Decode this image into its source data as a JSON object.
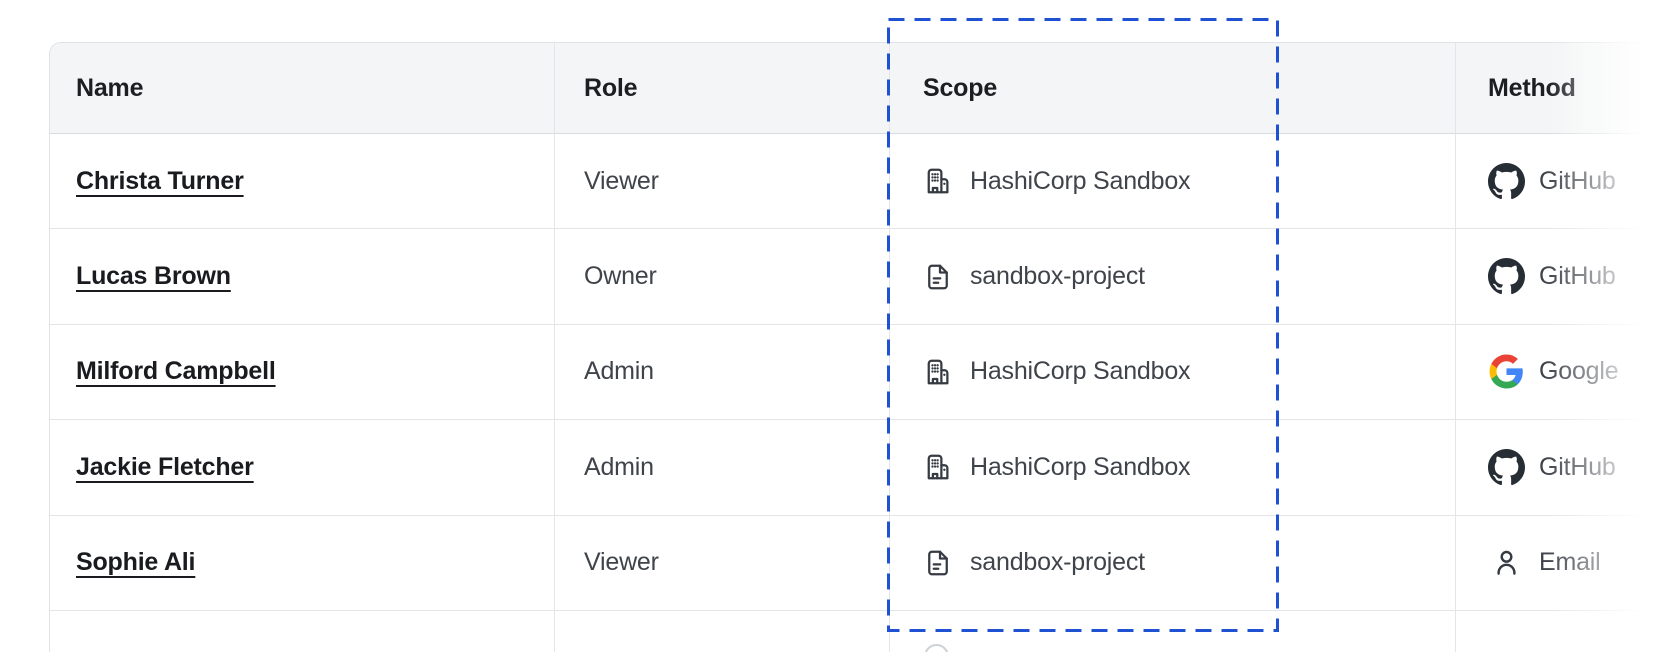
{
  "table": {
    "columns": [
      {
        "label": "Name"
      },
      {
        "label": "Role"
      },
      {
        "label": "Scope"
      },
      {
        "label": "Method"
      }
    ],
    "rows": [
      {
        "name": "Christa Turner",
        "role": "Viewer",
        "scope": {
          "icon": "org-icon",
          "label": "HashiCorp Sandbox"
        },
        "method": {
          "icon": "github-icon",
          "label": "GitHub"
        }
      },
      {
        "name": "Lucas Brown",
        "role": "Owner",
        "scope": {
          "icon": "file-icon",
          "label": "sandbox-project"
        },
        "method": {
          "icon": "github-icon",
          "label": "GitHub"
        }
      },
      {
        "name": "Milford Campbell",
        "role": "Admin",
        "scope": {
          "icon": "org-icon",
          "label": "HashiCorp Sandbox"
        },
        "method": {
          "icon": "google-icon",
          "label": "Google"
        }
      },
      {
        "name": "Jackie Fletcher",
        "role": "Admin",
        "scope": {
          "icon": "org-icon",
          "label": "HashiCorp Sandbox"
        },
        "method": {
          "icon": "github-icon",
          "label": "GitHub"
        }
      },
      {
        "name": "Sophie Ali",
        "role": "Viewer",
        "scope": {
          "icon": "file-icon",
          "label": "sandbox-project"
        },
        "method": {
          "icon": "user-icon",
          "label": "Email"
        }
      }
    ]
  },
  "annotation": {
    "type": "dashed-selection-box-around-scope-column",
    "color": "#1e52d3"
  },
  "colors": {
    "header_bg": "#f4f5f6",
    "header_text": "#1c1e22",
    "cell_text": "#3f434a",
    "name_text": "#191b1f",
    "row_border": "#e3e5e8",
    "header_border": "#d9dcdf",
    "outer_border": "#e0e2e5",
    "icon_stroke": "#363b43",
    "github_icon": "#272d35",
    "google_blue": "#4285f4",
    "google_green": "#34a853",
    "google_yellow": "#fbbc05",
    "google_red": "#ea4335",
    "highlight_blue": "#1e52d3",
    "partial_arc": "#ced1d5"
  }
}
